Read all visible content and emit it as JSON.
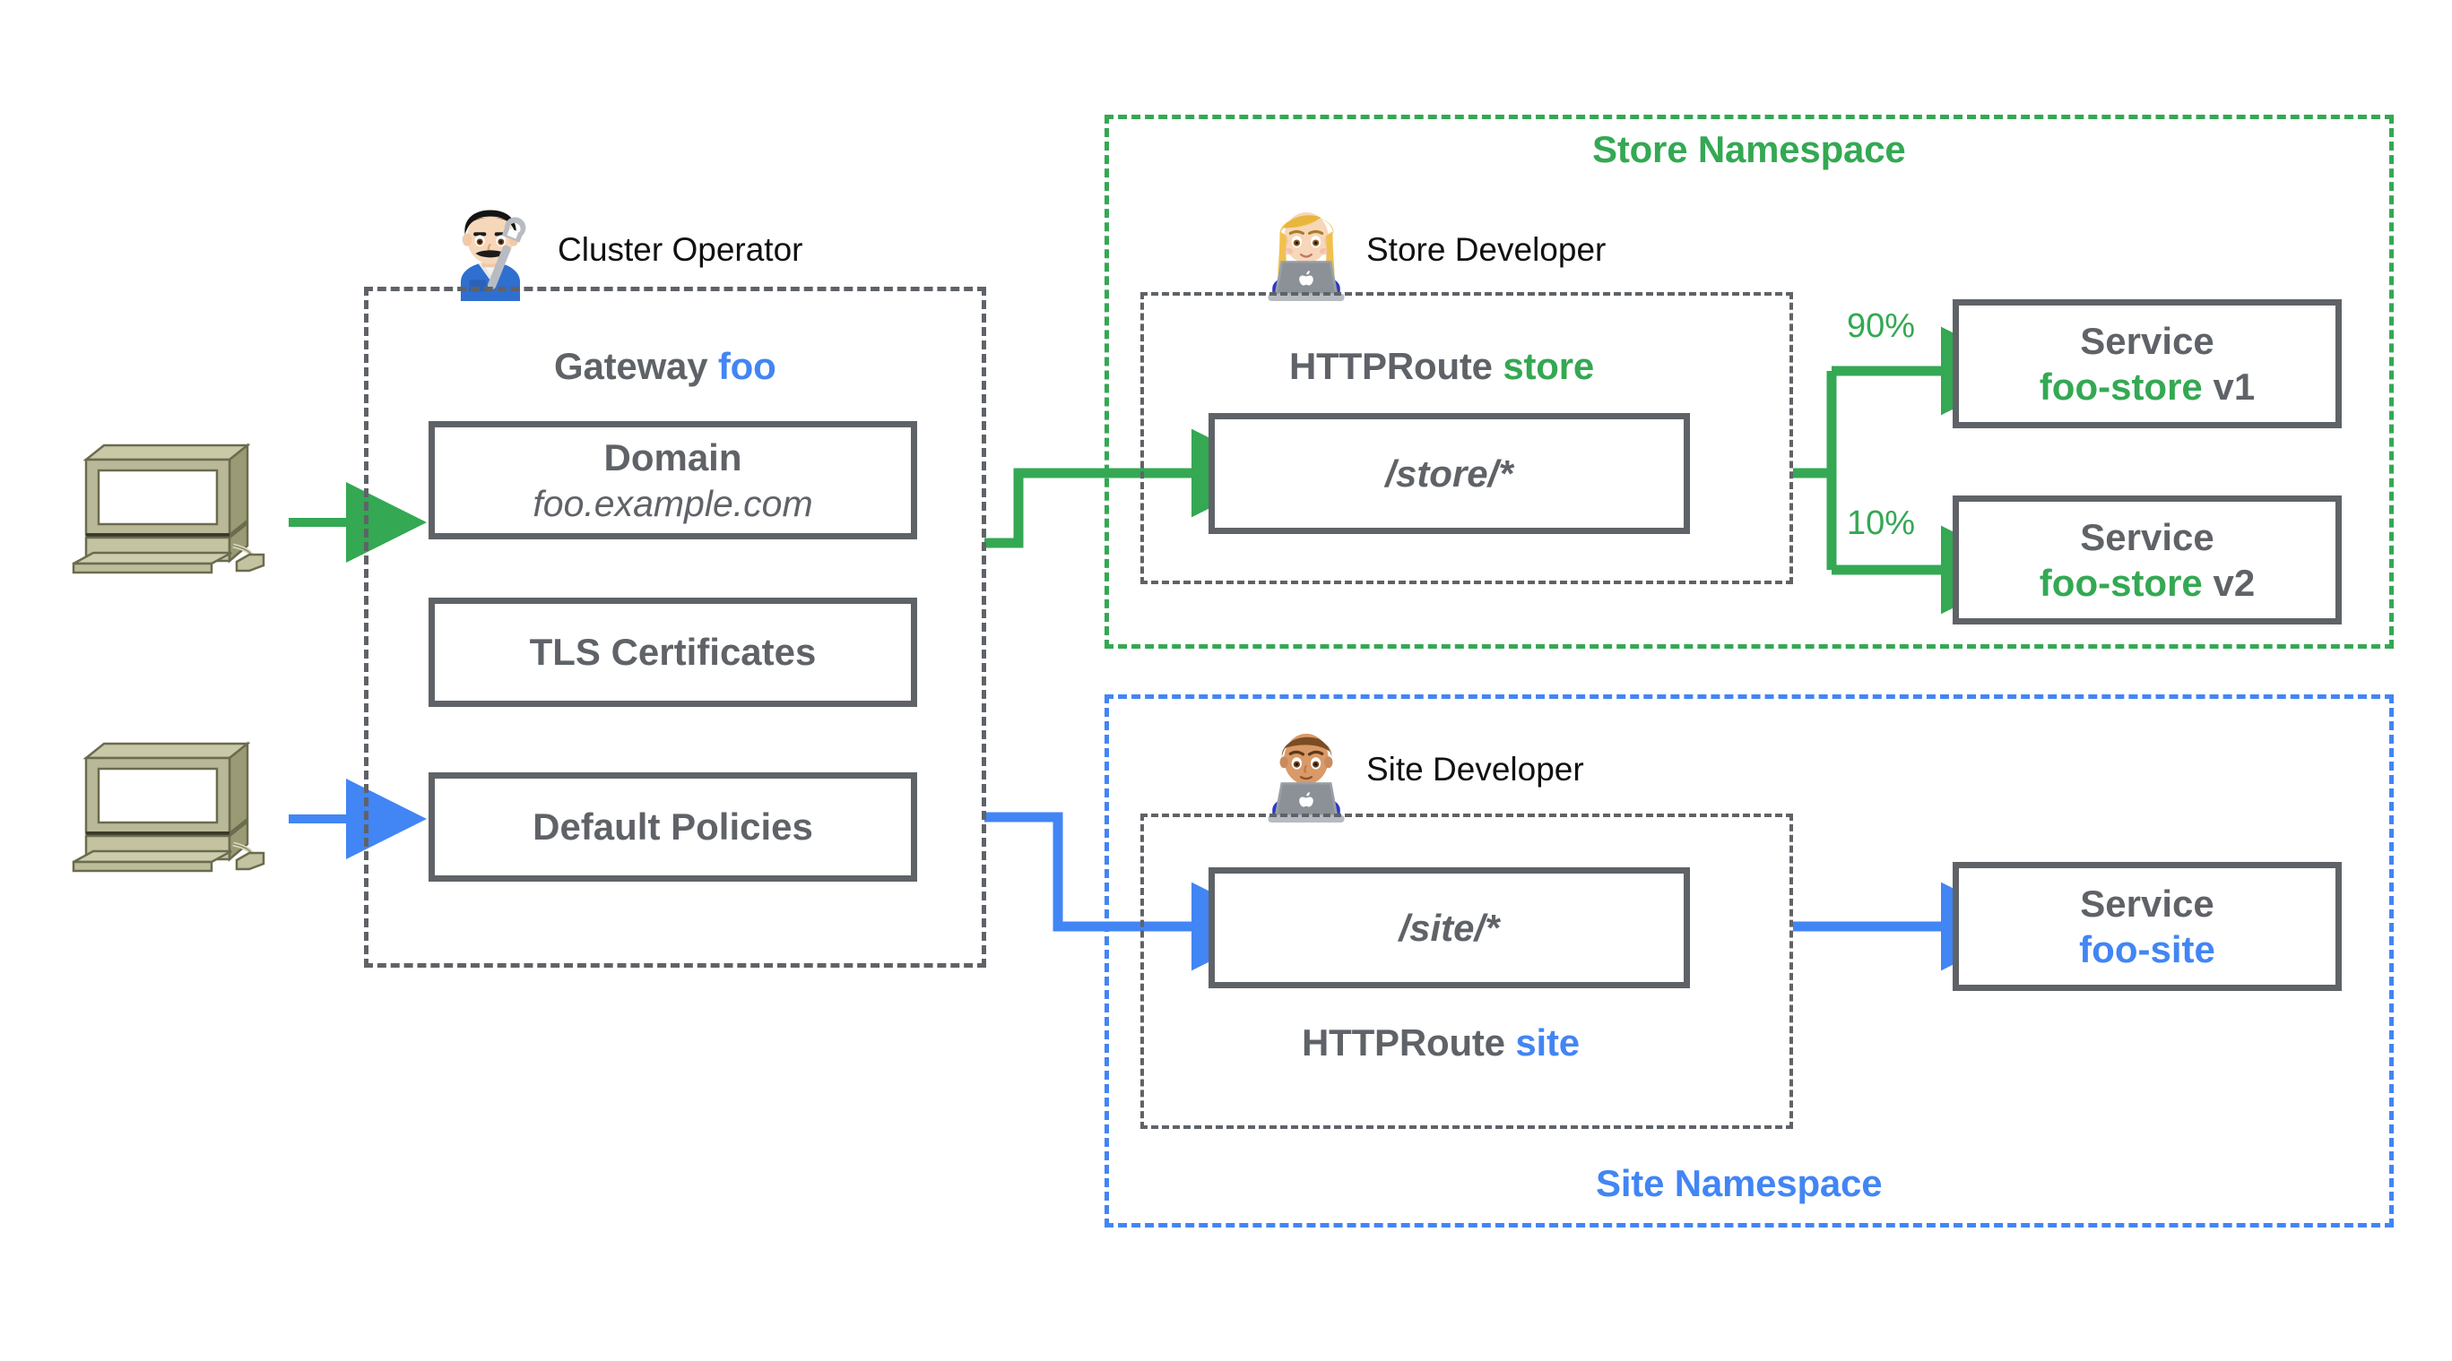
{
  "diagram": {
    "title": "Kubernetes Gateway API role-oriented routing diagram",
    "colors": {
      "green": "#34a853",
      "blue": "#4285f4",
      "gray": "#5f6368"
    }
  },
  "clients": [
    {
      "name": "client-computer-store",
      "icon": "desktop-computer-icon"
    },
    {
      "name": "client-computer-site",
      "icon": "desktop-computer-icon"
    }
  ],
  "gateway": {
    "persona": "Cluster Operator",
    "persona_icon": "man-mechanic-emoji",
    "title_prefix": "Gateway",
    "title_name": "foo",
    "boxes": [
      {
        "line1": "Domain",
        "line2": "foo.example.com"
      },
      {
        "line1": "TLS Certificates",
        "line2": ""
      },
      {
        "line1": "Default Policies",
        "line2": ""
      }
    ]
  },
  "store_namespace": {
    "label": "Store Namespace",
    "persona": "Store Developer",
    "persona_icon": "woman-technologist-emoji",
    "route_prefix": "HTTPRoute",
    "route_name": "store",
    "route_label_position": "above",
    "match": "/store/*",
    "backends": [
      {
        "weight": "90%",
        "line1": "Service",
        "name": "foo-store",
        "version": "v1"
      },
      {
        "weight": "10%",
        "line1": "Service",
        "name": "foo-store",
        "version": "v2"
      }
    ]
  },
  "site_namespace": {
    "label": "Site Namespace",
    "persona": "Site Developer",
    "persona_icon": "man-technologist-emoji",
    "route_prefix": "HTTPRoute",
    "route_name": "site",
    "route_label_position": "below",
    "match": "/site/*",
    "backends": [
      {
        "weight": "",
        "line1": "Service",
        "name": "foo-site",
        "version": ""
      }
    ]
  }
}
